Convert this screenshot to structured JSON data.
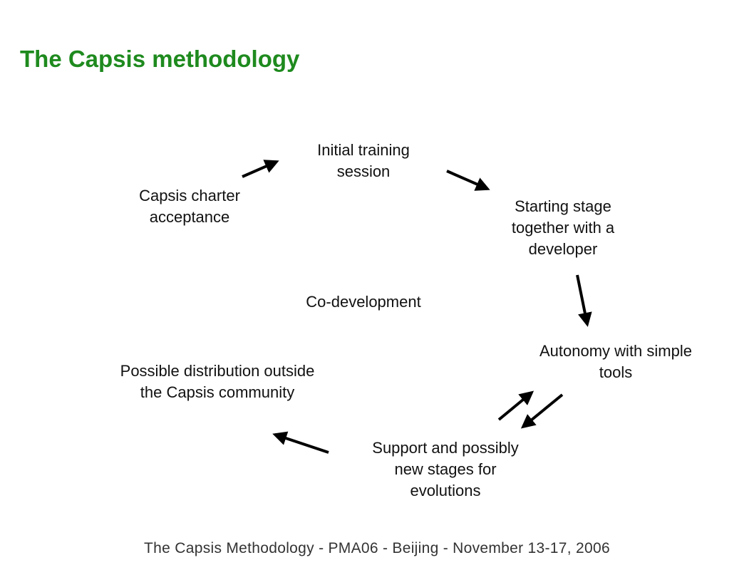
{
  "slide": {
    "title": "The Capsis methodology",
    "footer": "The Capsis Methodology - PMA06 - Beijing - November 13-17, 2006",
    "title_color": "#1e8a1e"
  },
  "diagram": {
    "nodes": {
      "initial_training": "Initial training\nsession",
      "charter_acceptance": "Capsis charter\nacceptance",
      "starting_stage": "Starting stage\ntogether with a\ndeveloper",
      "co_development": "Co-development",
      "autonomy": "Autonomy with simple\ntools",
      "distribution": "Possible distribution outside\nthe Capsis community",
      "support": "Support and possibly\nnew stages for\nevolutions"
    },
    "arrow_color": "#000000"
  }
}
